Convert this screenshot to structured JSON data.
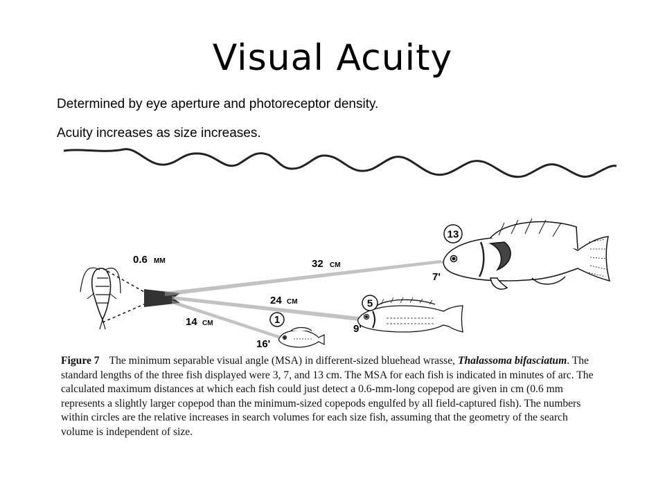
{
  "slide": {
    "title": "Visual Acuity",
    "bullets": [
      "Determined by eye aperture and photoreceptor density.",
      "Acuity increases as size increases."
    ]
  },
  "figure": {
    "copepod_size": "0.6",
    "copepod_size_unit": "MM",
    "distances": [
      {
        "value": "32",
        "unit": "CM"
      },
      {
        "value": "24",
        "unit": "CM"
      },
      {
        "value": "14",
        "unit": "CM"
      }
    ],
    "fish": [
      {
        "search_volume_increase": "13",
        "msa": "7'"
      },
      {
        "search_volume_increase": "5",
        "msa": "9'"
      },
      {
        "search_volume_increase": "1",
        "msa": "16'"
      }
    ]
  },
  "caption": {
    "label": "Figure 7",
    "text_1": "The minimum separable visual angle (MSA) in different-sized bluehead wrasse,",
    "species": "Thalassoma bifasciatum",
    "text_2": ". The standard lengths of the three fish displayed were 3, 7, and 13 cm. The MSA for each fish is indicated in minutes of arc. The calculated maximum distances at which each fish could just detect a 0.6-mm-long copepod are given in cm (0.6 mm represents a slightly larger copepod than the minimum-sized copepods engulfed by all field-captured fish). The numbers within circles are the relative increases in search volumes for each size fish, assuming that the geometry of the search volume is independent of size."
  }
}
